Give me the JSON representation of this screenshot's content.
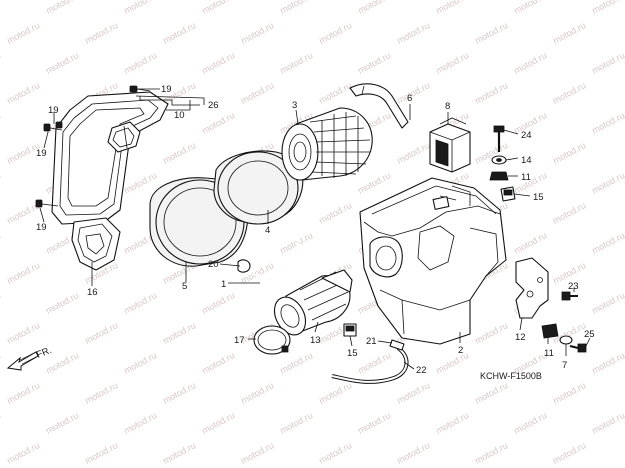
{
  "diagram": {
    "code": "KCHW-F1500B",
    "direction": "FR.",
    "watermark": "motod.ru",
    "accent_color": "#d9c7c7",
    "callouts": [
      {
        "id": "c1",
        "text": "1"
      },
      {
        "id": "c2",
        "text": "2"
      },
      {
        "id": "c3",
        "text": "3"
      },
      {
        "id": "c4",
        "text": "4"
      },
      {
        "id": "c5",
        "text": "5"
      },
      {
        "id": "c6",
        "text": "6"
      },
      {
        "id": "c8",
        "text": "8"
      },
      {
        "id": "c10",
        "text": "10"
      },
      {
        "id": "c11a",
        "text": "11"
      },
      {
        "id": "c11b",
        "text": "11"
      },
      {
        "id": "c12",
        "text": "12"
      },
      {
        "id": "c13",
        "text": "13"
      },
      {
        "id": "c14",
        "text": "14"
      },
      {
        "id": "c15a",
        "text": "15"
      },
      {
        "id": "c15b",
        "text": "15"
      },
      {
        "id": "c16",
        "text": "16"
      },
      {
        "id": "c17",
        "text": "17"
      },
      {
        "id": "c19a",
        "text": "19"
      },
      {
        "id": "c19b",
        "text": "19"
      },
      {
        "id": "c19c",
        "text": "19"
      },
      {
        "id": "c19d",
        "text": "19"
      },
      {
        "id": "c20",
        "text": "20"
      },
      {
        "id": "c21",
        "text": "21"
      },
      {
        "id": "c22",
        "text": "22"
      },
      {
        "id": "c23",
        "text": "23"
      },
      {
        "id": "c24",
        "text": "24"
      },
      {
        "id": "c25",
        "text": "25"
      },
      {
        "id": "c26",
        "text": "26"
      },
      {
        "id": "c7",
        "text": "7"
      }
    ]
  }
}
